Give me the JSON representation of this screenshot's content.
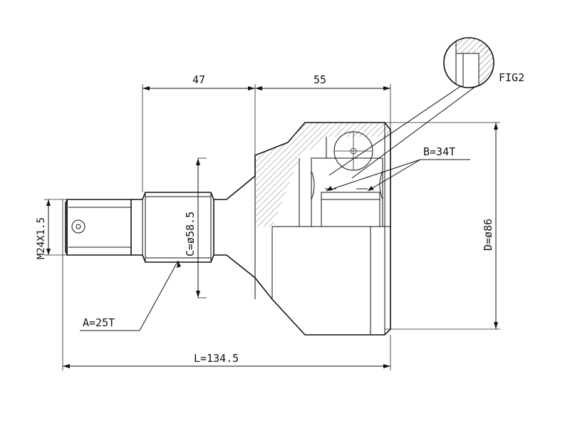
{
  "dimensions": {
    "top_left": "47",
    "top_right": "55",
    "overall_length": "L=134.5",
    "outer_diameter": "D=ø86",
    "shaft_diameter": "C=ø58.5",
    "thread": "M24X1.5"
  },
  "callouts": {
    "outer_spline": "A=25T",
    "inner_spline": "B=34T",
    "detail_figure": "FIG2"
  },
  "colors": {
    "line": "#111111",
    "background": "#ffffff"
  }
}
